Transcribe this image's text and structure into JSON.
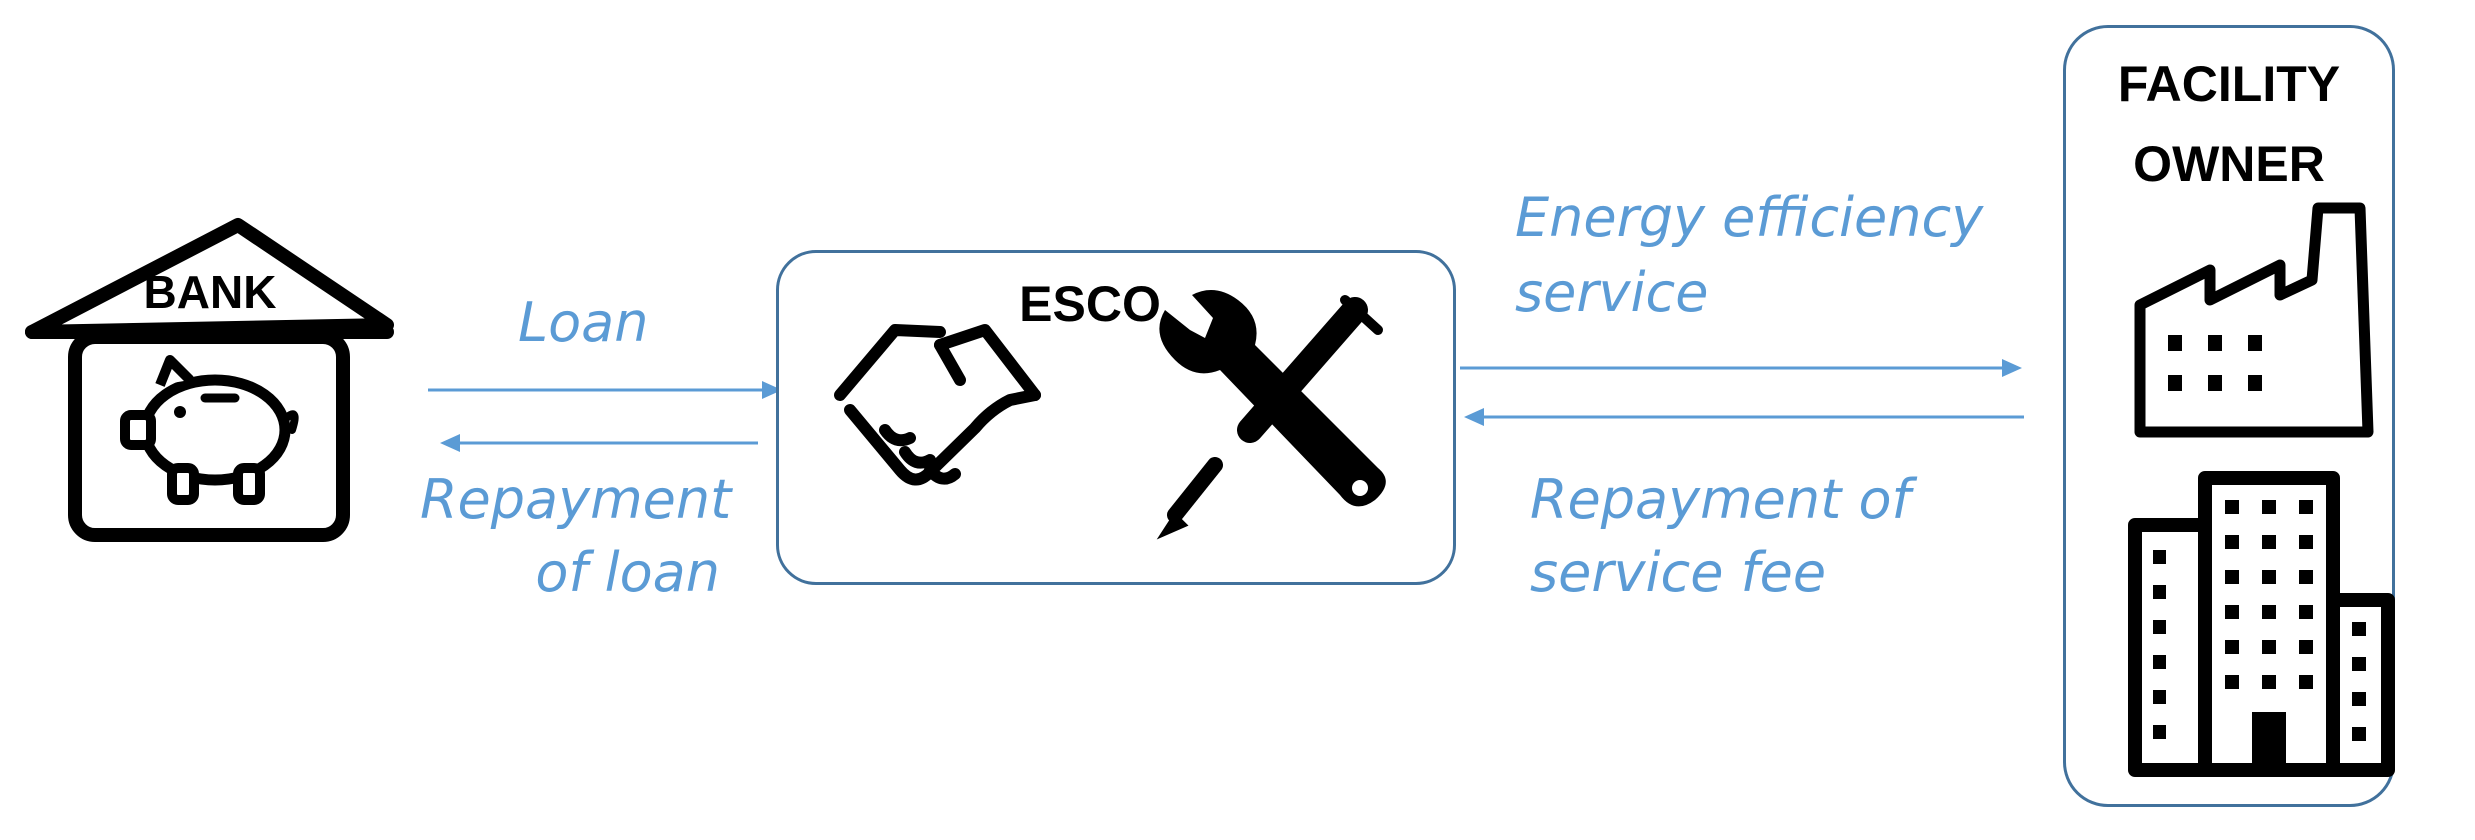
{
  "bank": {
    "title": "BANK",
    "icon": "piggy-bank-icon"
  },
  "esco": {
    "title": "ESCO",
    "icons": [
      "handshake-icon",
      "tools-icon"
    ]
  },
  "facility_owner": {
    "title_line1": "FACILITY",
    "title_line2": "OWNER",
    "icons": [
      "factory-icon",
      "office-building-icon"
    ]
  },
  "flows": {
    "loan": "Loan",
    "repayment_of_loan_line1": "Repayment",
    "repayment_of_loan_line2": "of loan",
    "energy_efficiency_service_line1": "Energy efficiency",
    "energy_efficiency_service_line2": "service",
    "repayment_of_service_fee_line1": "Repayment of",
    "repayment_of_service_fee_line2": "service fee"
  },
  "colors": {
    "arrow": "#5b9bd5",
    "box_border": "#41719c",
    "icon": "#000000"
  }
}
